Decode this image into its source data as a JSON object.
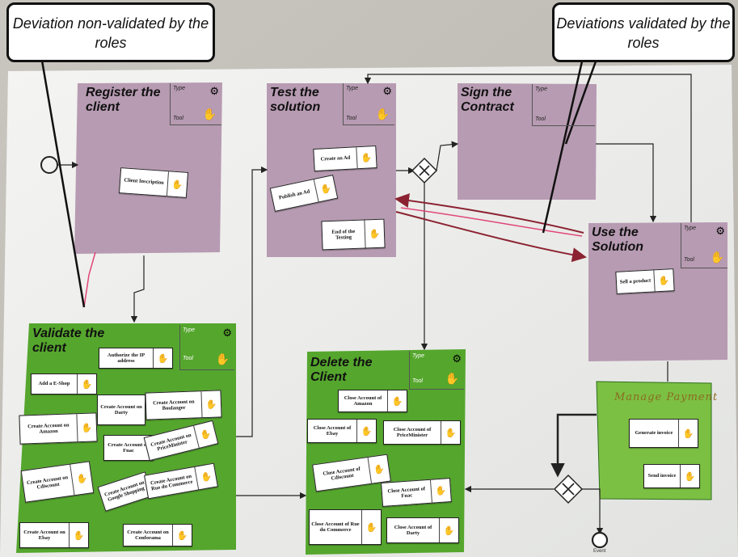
{
  "callouts": {
    "left": "Deviation non-validated by the roles",
    "right": "Deviations validated by the roles"
  },
  "activities": {
    "register": {
      "title": "Register the client",
      "type_label": "Type",
      "tool_label": "Tool"
    },
    "test": {
      "title": "Test the solution",
      "type_label": "Type",
      "tool_label": "Tool",
      "cards": [
        "Create an Ad",
        "Publish an Ad",
        "End of the Testing"
      ]
    },
    "sign": {
      "title": "Sign the Contract",
      "type_label": "Type",
      "tool_label": "Tool"
    },
    "use": {
      "title": "Use the Solution",
      "type_label": "Type",
      "tool_label": "Tool",
      "cards": [
        "Sell a product"
      ]
    },
    "validate": {
      "title": "Validate the client",
      "type_label": "Type",
      "tool_label": "Tool",
      "cards": [
        "Authorize the IP address",
        "Add a E-Shop",
        "Create Account on Darty",
        "Create Account on Boulanger",
        "Create Account on Amazon",
        "Create Account on Fnac",
        "Create Account on PriceMinister",
        "Create Account on Cdiscount",
        "Create Account on Google Shopping",
        "Create Account on Rue du Commerce",
        "Create Account on Ebay",
        "Create Account on Conforama"
      ]
    },
    "delete": {
      "title": "Delete the Client",
      "type_label": "Type",
      "tool_label": "Tool",
      "cards": [
        "Close Account of Amazon",
        "Close Account of Ebay",
        "Close Account of PriceMinister",
        "Close Account of Cdiscount",
        "Close Account of Fnac",
        "Close Account of Rue du Commerce",
        "Close Account of Darty"
      ]
    },
    "register_card": "Client Inscription",
    "payment": {
      "title": "Manage Payment",
      "cards": [
        "Generate invoice",
        "Send invoice"
      ]
    }
  },
  "end_event_label": "Event",
  "colors": {
    "purple": "#b79bb2",
    "green": "#55a62d",
    "light_green": "#7cc043",
    "pink_arrow": "#e0467a",
    "dark_red_arrow": "#8b2231",
    "tool_icon": "#d2691e"
  },
  "icons": [
    "gear-icon",
    "hand-tool-icon",
    "gateway-x-icon",
    "start-event-icon",
    "end-event-icon"
  ]
}
